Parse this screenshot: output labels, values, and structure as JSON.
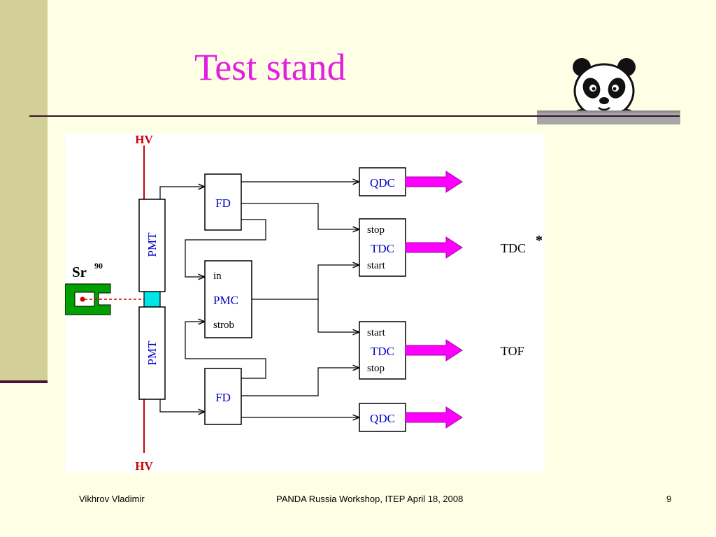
{
  "slide": {
    "title": "Test stand",
    "footer_left": "Vikhrov Vladimir",
    "footer_center": "PANDA Russia Workshop, ITEP April 18, 2008",
    "page_number": "9"
  },
  "diagram": {
    "hv_top": "HV",
    "hv_bottom": "HV",
    "source": "Sr",
    "source_superscript": "90",
    "pmt_top": "PMT",
    "pmt_bottom": "PMT",
    "fd_top": "FD",
    "fd_bottom": "FD",
    "pmc": {
      "in": "in",
      "name": "PMC",
      "strob": "strob"
    },
    "qdc_top": "QDC",
    "qdc_bottom": "QDC",
    "tdc1": {
      "stop": "stop",
      "name": "TDC",
      "start": "start"
    },
    "tdc2": {
      "start": "start",
      "name": "TDC",
      "stop": "stop"
    },
    "label_tdc": "TDC",
    "label_tdc_mark": "*",
    "label_tof": "TOF"
  },
  "colors": {
    "title": "#E020E0",
    "hv_wire": "#CC0000",
    "box_text": "#0000CC",
    "output_arrow": "#FF00FF",
    "scintillator": "#00E5E5",
    "source_holder": "#00A000"
  }
}
